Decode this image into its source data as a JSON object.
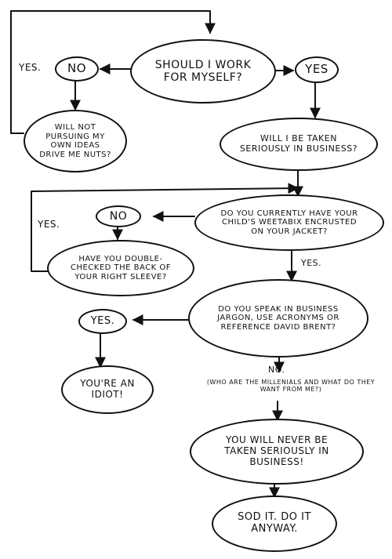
{
  "flowchart": {
    "nodes": {
      "q_work_for_myself": "Should I work for myself?",
      "no_top": "No",
      "yes_top": "Yes",
      "q_pursuing_ideas": "Will not pursuing my own ideas drive me nuts?",
      "q_taken_seriously": "Will I be taken seriously in business?",
      "q_weetabix": "Do you currently have your child's Weetabix encrusted on your jacket?",
      "no_mid": "No",
      "q_right_sleeve": "Have you double-checked the back of your right sleeve?",
      "q_jargon": "Do you speak in business jargon, use acronyms or reference David Brent?",
      "yes_low": "Yes.",
      "idiot": "You're an idiot!",
      "never_serious": "You will never be taken seriously in business!",
      "sod_it": "Sod it. Do it anyway."
    },
    "labels": {
      "yes_loop_top": "Yes.",
      "yes_loop_mid": "Yes.",
      "yes_to_jargon": "Yes.",
      "no_to_never": "No.",
      "millennials_note": "(Who are the millenials and what do they want from me?)"
    }
  }
}
